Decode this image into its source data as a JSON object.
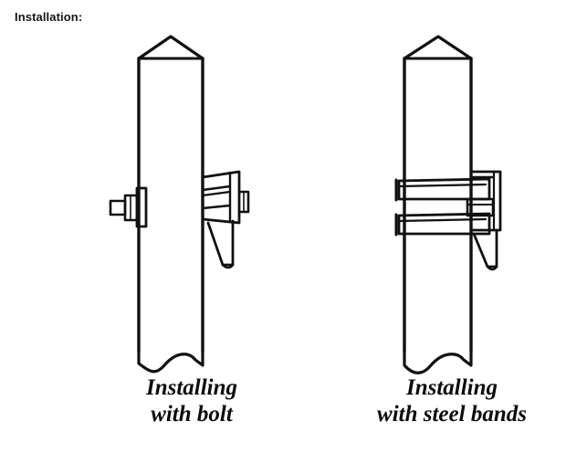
{
  "header": {
    "title": "Installation:"
  },
  "figure": {
    "background_color": "#ffffff",
    "line_color": "#111111",
    "captions": {
      "left": "Installing\nwith bolt",
      "right": "Installing\nwith steel bands"
    },
    "diagrams": [
      {
        "id": "install-with-bolt",
        "caption": "Installing with bolt",
        "pole": {
          "label": "pole",
          "shape": "vertical post with peaked cap and broken bottom edge",
          "cap": "pointed-peak",
          "bottom": "wavy-break-line"
        },
        "parts": [
          {
            "name": "bolt",
            "side": "left",
            "description": "bolt shaft with nut and mounting plate through pole wall"
          },
          {
            "name": "mounting-bracket",
            "side": "right",
            "description": "rectangular bracket body with horizontal ribs"
          },
          {
            "name": "support-arm",
            "side": "right",
            "description": "tapered wedge arm below bracket"
          },
          {
            "name": "bracket-tab",
            "side": "right",
            "description": "small tab on outer face of bracket"
          }
        ]
      },
      {
        "id": "install-with-steel-bands",
        "caption": "Installing with steel bands",
        "pole": {
          "label": "pole",
          "shape": "vertical post with peaked cap and broken bottom edge",
          "cap": "pointed-peak",
          "bottom": "wavy-break-line"
        },
        "parts": [
          {
            "name": "steel-band-upper",
            "side": "across",
            "description": "upper steel band wrapped around pole"
          },
          {
            "name": "steel-band-lower",
            "side": "across",
            "description": "lower steel band wrapped around pole"
          },
          {
            "name": "mounting-bracket",
            "side": "right",
            "description": "bracket body clamped by both bands"
          },
          {
            "name": "support-arm",
            "side": "right",
            "description": "tapered wedge arm below bracket"
          }
        ]
      }
    ]
  }
}
